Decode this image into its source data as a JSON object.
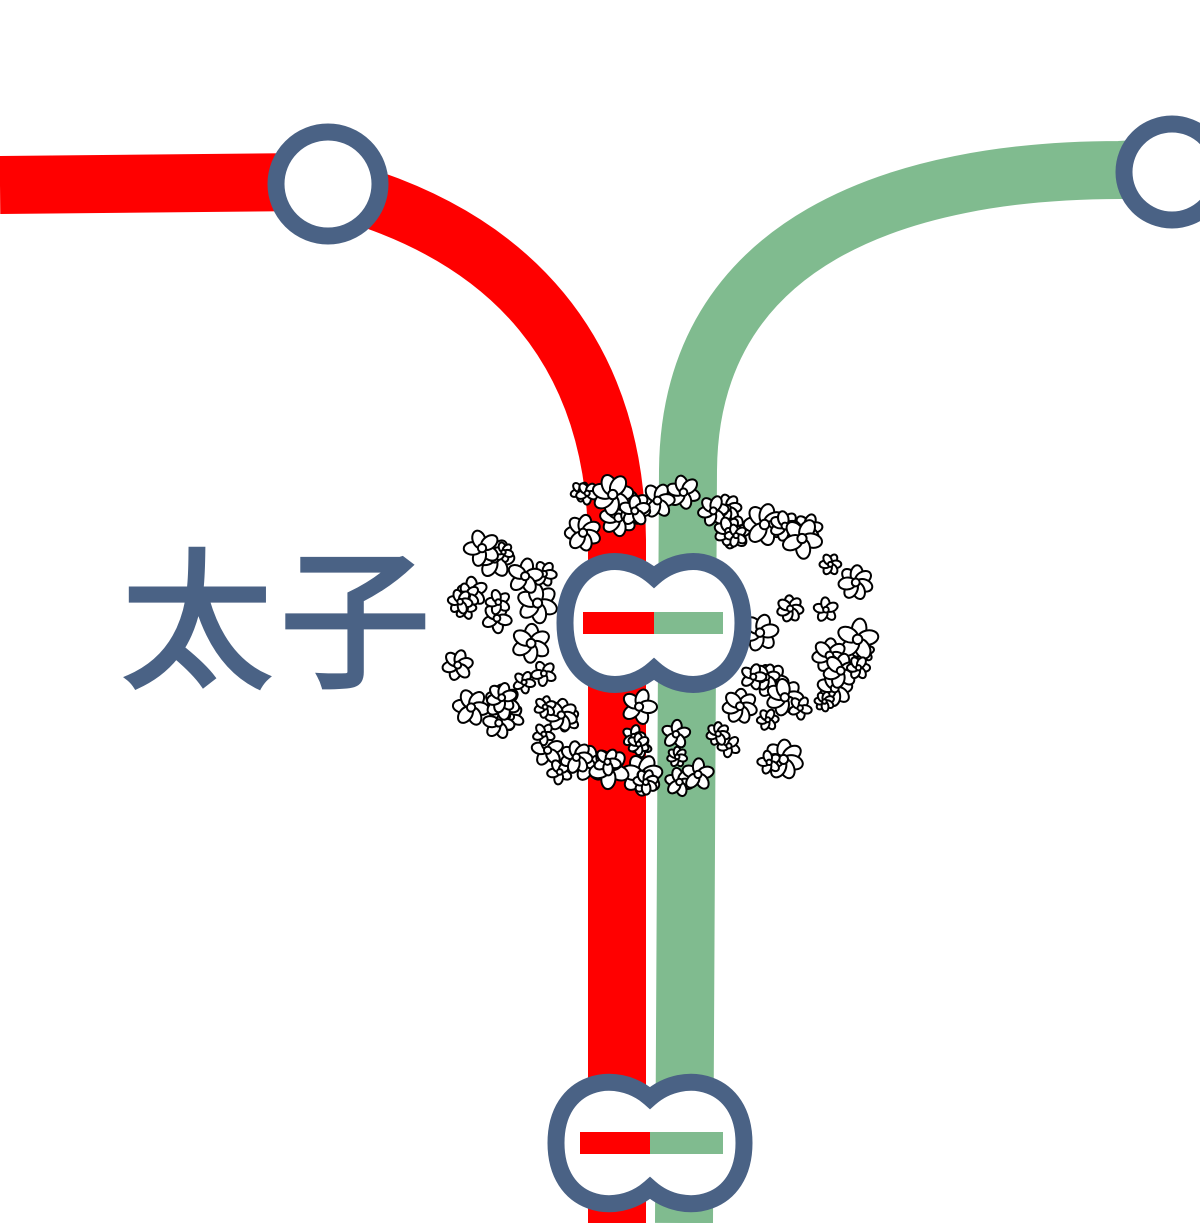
{
  "colors": {
    "red_line": "#ff0000",
    "green_line": "#80bb8f",
    "station_ring": "#4a6285",
    "flowers": "#000000",
    "background": "#ffffff"
  },
  "lines": [
    {
      "name": "",
      "color_key": "red_line"
    },
    {
      "name": "",
      "color_key": "green_line"
    }
  ],
  "stations": {
    "featured": {
      "name": "太子",
      "type": "interchange",
      "decoration": "flower-cluster"
    },
    "upper_left": {
      "name": "",
      "type": "single"
    },
    "upper_right": {
      "name": "",
      "type": "single"
    },
    "bottom": {
      "name": "",
      "type": "interchange"
    }
  }
}
